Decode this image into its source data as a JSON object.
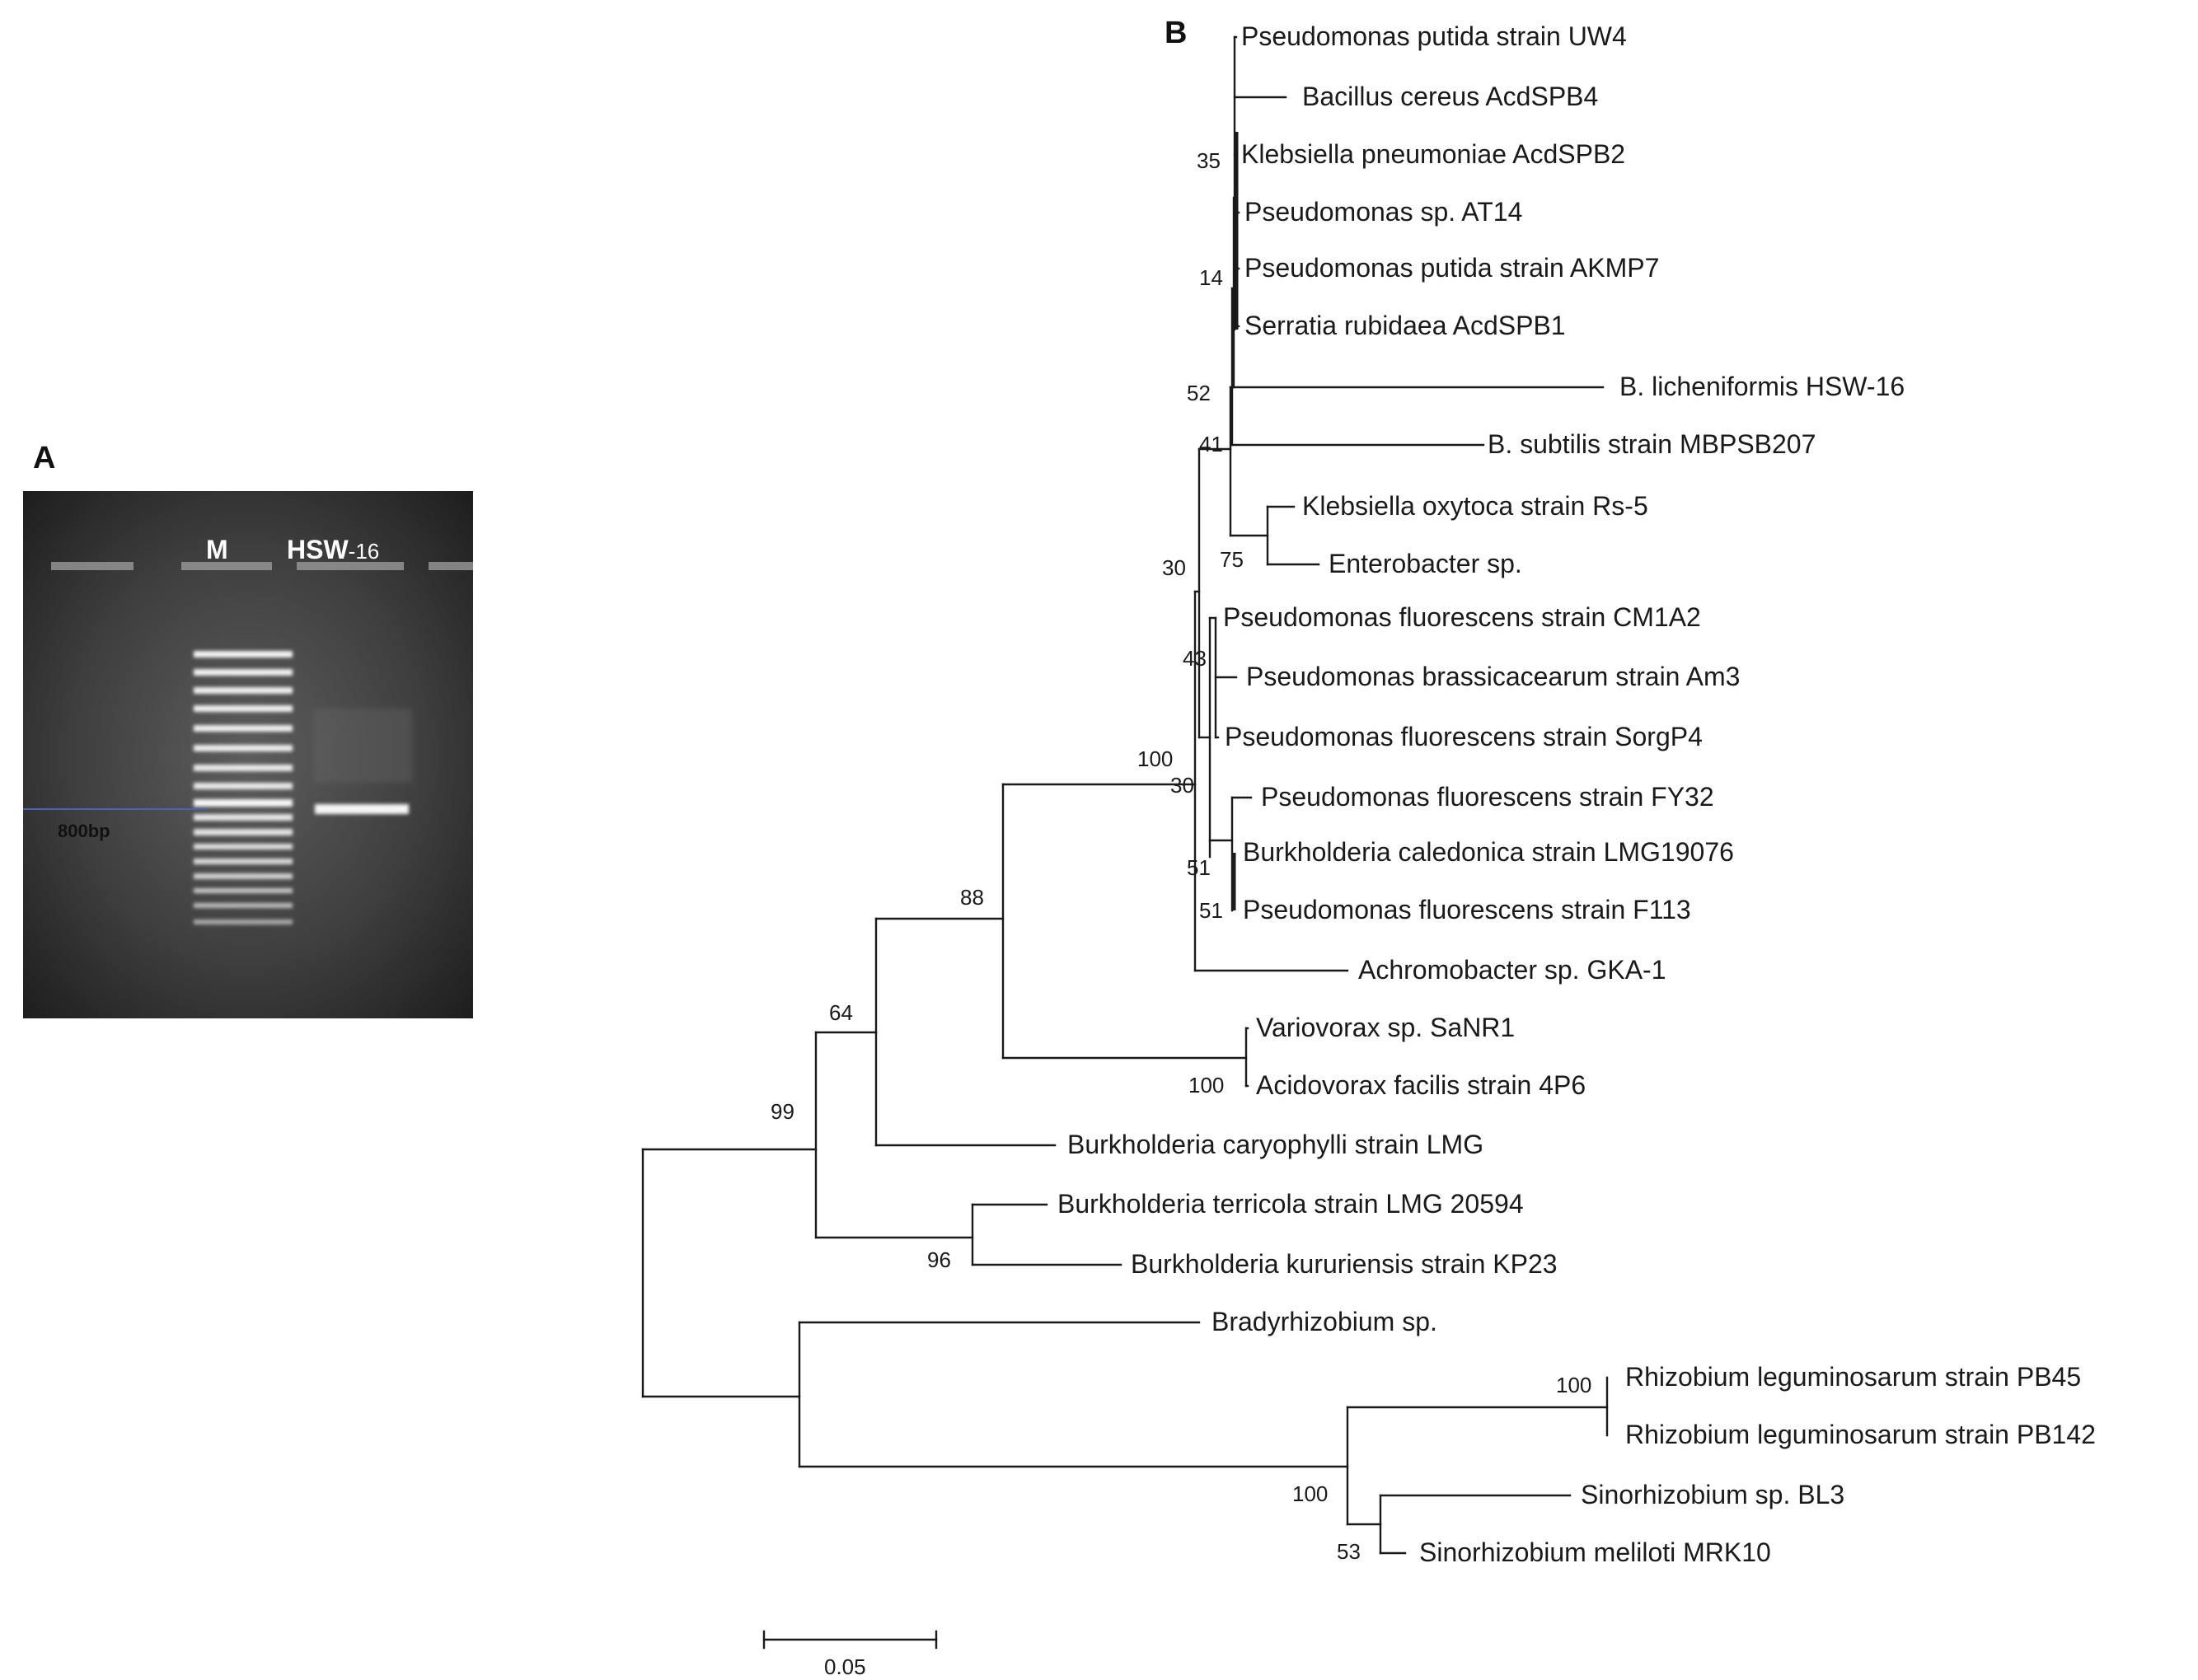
{
  "panel_a": {
    "label": "A",
    "lanes": {
      "marker": "M",
      "sample": "HSW",
      "sample_suffix": "-16"
    },
    "marker_annotation": "800bp"
  },
  "panel_b": {
    "label": "B",
    "scale_bar": "0.05",
    "taxa": [
      "Pseudomonas putida strain UW4",
      "Bacillus cereus AcdSPB4",
      "Klebsiella pneumoniae AcdSPB2",
      "Pseudomonas sp. AT14",
      "Pseudomonas putida strain AKMP7",
      "Serratia rubidaea AcdSPB1",
      "B. licheniformis HSW-16",
      "B. subtilis strain MBPSB207",
      "Klebsiella oxytoca strain Rs-5",
      "Enterobacter sp.",
      "Pseudomonas fluorescens strain CM1A2",
      "Pseudomonas brassicacearum strain Am3",
      "Pseudomonas fluorescens strain SorgP4",
      "Pseudomonas fluorescens strain FY32",
      "Burkholderia caledonica strain LMG19076",
      "Pseudomonas fluorescens strain F113",
      "Achromobacter sp. GKA-1",
      "Variovorax sp. SaNR1",
      "Acidovorax facilis strain 4P6",
      "Burkholderia caryophylli strain LMG",
      "Burkholderia terricola strain LMG 20594",
      "Burkholderia kururiensis strain KP23",
      "Bradyrhizobium sp.",
      "Rhizobium leguminosarum strain PB45",
      "Rhizobium leguminosarum strain PB142",
      "Sinorhizobium sp. BL3",
      "Sinorhizobium meliloti MRK10"
    ],
    "bootstrap": [
      "35",
      "14",
      "52",
      "41",
      "75",
      "30",
      "43",
      "100",
      "30",
      "51",
      "51",
      "88",
      "100",
      "64",
      "99",
      "96",
      "100",
      "100",
      "53"
    ]
  }
}
